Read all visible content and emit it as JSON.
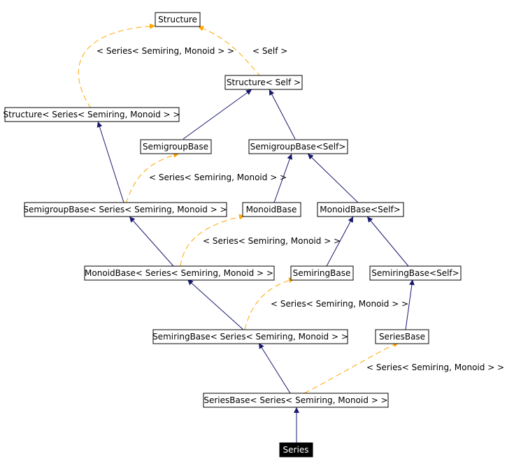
{
  "colors": {
    "inheritance": "#191970",
    "template": "#ffa500",
    "highlight_fill": "#000000",
    "highlight_text": "#ffffff"
  },
  "nodes": {
    "structure": "Structure",
    "structure_self": "Structure< Self >",
    "structure_series": "Structure< Series< Semiring, Monoid > >",
    "semigroupbase": "SemigroupBase",
    "semigroupbase_self": "SemigroupBase<Self>",
    "semigroupbase_series": "SemigroupBase< Series< Semiring, Monoid > >",
    "monoidbase": "MonoidBase",
    "monoidbase_self": "MonoidBase<Self>",
    "monoidbase_series": "MonoidBase< Series< Semiring, Monoid > >",
    "semiringbase": "SemiringBase",
    "semiringbase_self": "SemiringBase<Self>",
    "semiringbase_series": "SemiringBase< Series< Semiring, Monoid > >",
    "seriesbase": "SeriesBase",
    "seriesbase_series": "SeriesBase< Series< Semiring, Monoid > >",
    "series": "Series"
  },
  "edge_labels": {
    "structure_to_series": "< Series< Semiring, Monoid > >",
    "structure_to_self": "< Self >",
    "semigroup_to_series": "< Series< Semiring, Monoid > >",
    "monoid_to_series": "< Series< Semiring, Monoid > >",
    "semiring_to_series": "< Series< Semiring, Monoid > >",
    "seriesbase_to_series": "< Series< Semiring, Monoid > >"
  }
}
